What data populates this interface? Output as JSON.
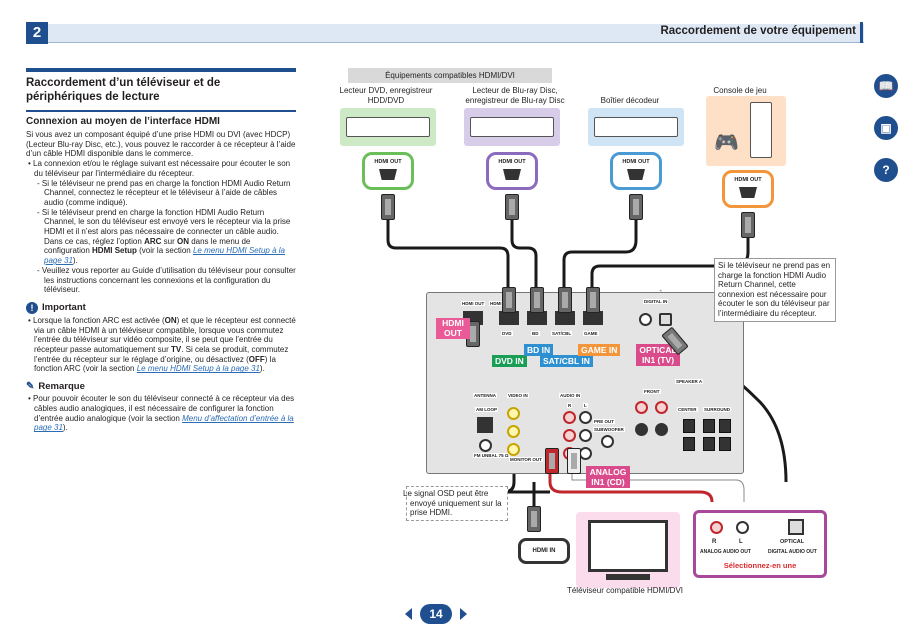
{
  "header": {
    "chapter": "2",
    "title": "Raccordement de votre équipement"
  },
  "left": {
    "section_title": "Raccordement d’un téléviseur et de périphériques de lecture",
    "subsection_title": "Connexion au moyen de l’interface HDMI",
    "intro": "Si vous avez un composant équipé d’une prise HDMI ou DVI (avec HDCP) (Lecteur Blu-ray Disc, etc.), vous pouvez le raccorder à ce récepteur à l’aide d’un câble HDMI disponible dans le commerce.",
    "bullet1": "La connexion et/ou le réglage suivant est nécessaire pour écouter le son du téléviseur par l’intermédiaire du récepteur.",
    "dash1": "Si le téléviseur ne prend pas en charge la fonction HDMI Audio Return Channel, connectez le récepteur et le téléviseur à l’aide de câbles audio (comme indiqué).",
    "dash2_a": "Si le téléviseur prend en charge la fonction HDMI Audio Return Channel, le son du téléviseur est envoyé vers le récepteur via la prise HDMI et il n’est alors pas nécessaire de connecter un câble audio. Dans ce cas, réglez l’option ",
    "dash2_arc": "ARC",
    "dash2_b": " sur ",
    "dash2_on": "ON",
    "dash2_c": " dans le menu de configuration ",
    "dash2_setup": "HDMI Setup",
    "dash2_d": " (voir la section ",
    "dash2_link": "Le menu HDMI Setup à la page 31",
    "dash2_e": ").",
    "dash3": "Veuillez vous reporter au Guide d’utilisation du téléviseur pour consulter les instructions concernant les connexions et la configuration du téléviseur.",
    "important_title": "Important",
    "imp_a": "Lorsque la fonction ARC est activée (",
    "imp_on": "ON",
    "imp_b": ") et que le récepteur est connecté via un câble HDMI à un téléviseur compatible, lorsque vous commutez l’entrée du téléviseur sur vidéo composite, il se peut que l’entrée du récepteur passe automatiquement sur ",
    "imp_tv": "TV",
    "imp_c": ". Si cela se produit, commutez l’entrée du récepteur sur le réglage d’origine, ou désactivez (",
    "imp_off": "OFF",
    "imp_d": ") la fonction ARC (voir la section ",
    "imp_link": "Le menu HDMI Setup à la page 31",
    "imp_e": ").",
    "remark_title": "Remarque",
    "rem_a": "Pour pouvoir écouter le son du téléviseur connecté à ce récepteur via des câbles audio analogiques, il est nécessaire de configurer la fonction d’entrée audio analogique (voir la section ",
    "rem_link": "Menu d’affectation d’entrée à la page 31",
    "rem_b": ")."
  },
  "diagram": {
    "banner": "Équipements compatibles HDMI/DVI",
    "dev1": "Lecteur DVD, enregistreur HDD/DVD",
    "dev2": "Lecteur de Blu-ray Disc, enregistreur de Blu-ray Disc",
    "dev3": "Boîtier décodeur",
    "dev4": "Console de jeu",
    "hdmi_out": "HDMI OUT",
    "hdmi_in": "HDMI IN",
    "callout_arc": "Si le téléviseur ne prend pas en charge la fonction HDMI Audio Return Channel, cette connexion est nécessaire pour écouter le son du téléviseur par l’intermédiaire du récepteur.",
    "callout_osd": "Le signal OSD peut être envoyé uniquement sur la prise HDMI.",
    "tag_hdmi_out": "HDMI OUT",
    "tag_dvd_in": "DVD IN",
    "tag_bd_in": "BD IN",
    "tag_satcbl_in": "SAT/CBL IN",
    "tag_game_in": "GAME IN",
    "tag_optical": "OPTICAL IN1 (TV)",
    "tag_analog": "ANALOG IN1 (CD)",
    "r_hdmi_out": "HDMI OUT",
    "r_hdmi_in": "HDMI IN",
    "r_dvd": "DVD",
    "r_bd": "BD",
    "r_satcbl": "SAT/CBL",
    "r_game": "GAME",
    "r_digital_in": "DIGITAL IN",
    "r_antenna": "ANTENNA",
    "r_video_in": "VIDEO IN",
    "r_audio_in": "AUDIO IN",
    "r_am_loop": "AM LOOP",
    "r_fm": "FM UNBAL 75 Ω",
    "r_monitor": "MONITOR OUT",
    "r_preout": "PRE OUT",
    "r_sub": "SUBWOOFER",
    "r_speaker": "SPEAKER A",
    "r_front": "FRONT",
    "r_center": "CENTER",
    "r_surround": "SURROUND",
    "r_r": "R",
    "r_l": "L",
    "tv_r": "R",
    "tv_l": "L",
    "tv_optical": "OPTICAL",
    "tv_analog_out": "ANALOG AUDIO OUT",
    "tv_digital_out": "DIGITAL AUDIO OUT",
    "tv_select": "Sélectionnez-en une",
    "tv_caption": "Téléviseur compatible HDMI/DVI"
  },
  "footer": {
    "page": "14"
  },
  "colors": {
    "brand": "#1f4f8f",
    "hdmi_pink": "#ea5a96",
    "dvd_green": "#1a9e55",
    "bd_blue": "#2e8fd1",
    "game_orange": "#f2953b",
    "tv_magenta": "#a8489b"
  },
  "icons": [
    "book-icon",
    "receiver-icon",
    "help-icon"
  ]
}
